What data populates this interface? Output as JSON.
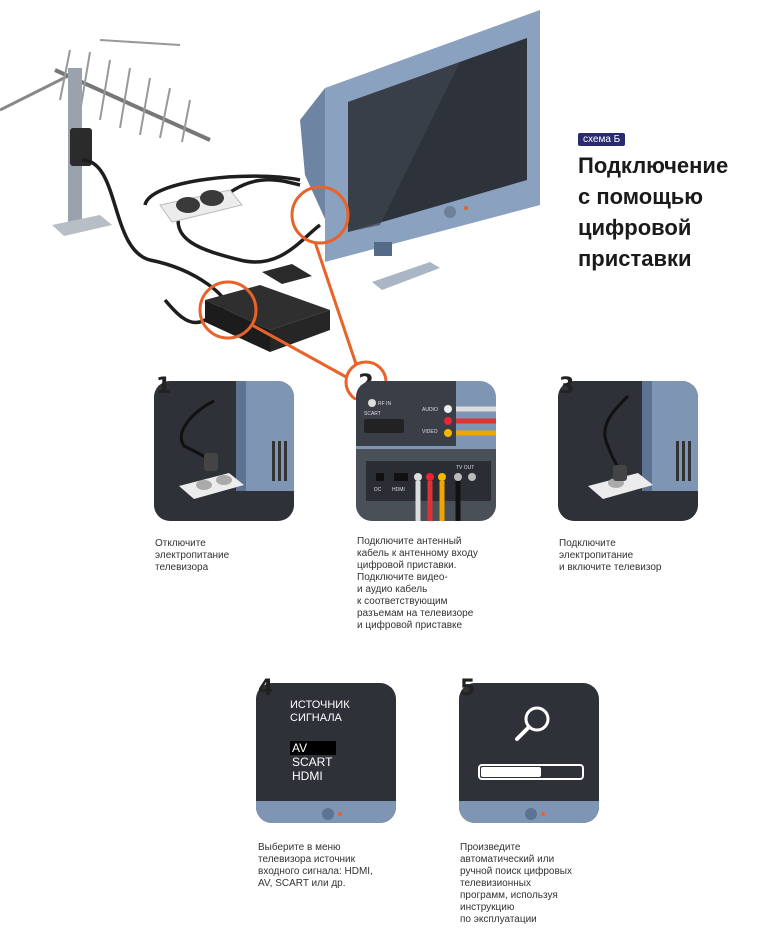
{
  "badge": "схема Б",
  "title_lines": [
    "Подключение",
    "с помощью",
    "цифровой",
    "приставки"
  ],
  "callout_number": "2",
  "steps": [
    {
      "number": "1",
      "caption": [
        "Отключите",
        "электропитание",
        "телевизора"
      ]
    },
    {
      "number": "2",
      "caption": [
        "Подключите антенный",
        "кабель к антенному входу",
        "цифровой приставки.",
        "Подключите видео-",
        "и аудио кабель",
        "к соответствующим",
        "разъемам на телевизоре",
        "и цифровой приставке"
      ],
      "port_labels": {
        "rf_in": "RF IN",
        "scart": "SCART",
        "audio": "AUDIO",
        "video": "VIDEO",
        "dc": "DC",
        "hdmi": "HDMI",
        "tv_out": "TV OUT"
      }
    },
    {
      "number": "3",
      "caption": [
        "Подключите",
        "электропитание",
        "и включите телевизор"
      ]
    },
    {
      "number": "4",
      "caption": [
        "Выберите в меню",
        "телевизора источник",
        "входного сигнала: HDMI,",
        "AV, SCART или др."
      ],
      "menu_title": [
        "ИСТОЧНИК",
        "СИГНАЛА"
      ],
      "menu_items": [
        "AV",
        "SCART",
        "HDMI"
      ],
      "menu_selected": "AV"
    },
    {
      "number": "5",
      "caption": [
        "Произведите",
        "автоматический или",
        "ручной поиск цифровых",
        "телевизионных",
        "программ, используя",
        "инструкцию",
        "по эксплуатации"
      ]
    }
  ],
  "colors": {
    "accent": "#e8632a",
    "tv_frame": "#7e95b3",
    "screen": "#3a3f47",
    "card_dark": "#2e3138",
    "navy": "#2a2a6e"
  }
}
